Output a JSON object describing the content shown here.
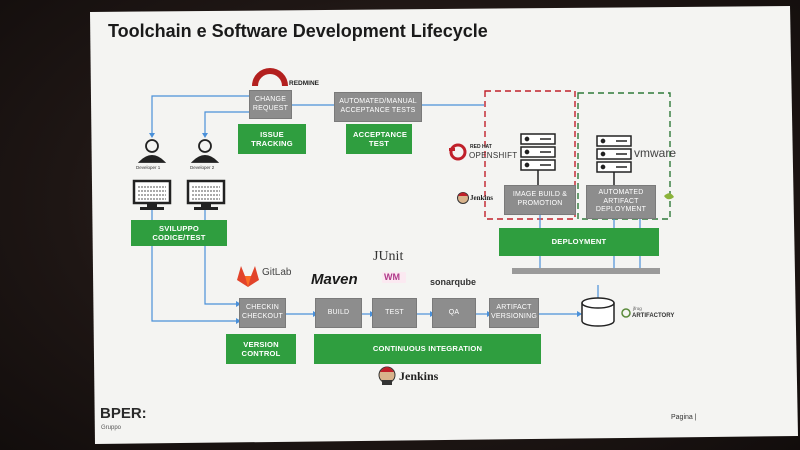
{
  "title": "Toolchain e Software Development Lifecycle",
  "tools": {
    "redmine": "REDMINE",
    "gitlab": "GitLab",
    "maven": "Maven",
    "junit": "JUnit",
    "wm": "WM",
    "sonarqube": "sonarqube",
    "jenkins_small": "Jenkins",
    "jenkins_main": "Jenkins",
    "openshift_top": "RED HAT",
    "openshift": "OPENSHIFT",
    "vmware": "vmware",
    "jfrog": "jfrog",
    "artifactory": "ARTIFACTORY"
  },
  "grey_boxes": {
    "change_request": "CHANGE REQUEST",
    "acceptance_tests": "AUTOMATED/MANUAL ACCEPTANCE TESTS",
    "image_build": "IMAGE BUILD & PROMOTION",
    "automated_deploy": "AUTOMATED ARTIFACT DEPLOYMENT",
    "checkin": "CHECKIN CHECKOUT",
    "build": "BUILD",
    "test": "TEST",
    "qa": "QA",
    "artifact_versioning": "ARTIFACT VERSIONING"
  },
  "green_boxes": {
    "issue_tracking": "ISSUE TRACKING",
    "acceptance_test": "ACCEPTANCE TEST",
    "sviluppo": "SVILUPPO CODICE/TEST",
    "deployment": "DEPLOYMENT",
    "version_control": "VERSION CONTROL",
    "continuous_integration": "CONTINUOUS INTEGRATION"
  },
  "developers": {
    "dev1": "Developer 1",
    "dev2": "Developer 2"
  },
  "footer": {
    "brand": "BPER:",
    "sub": "Gruppo",
    "page": "Pagina |"
  },
  "colors": {
    "green": "#2f9e3f",
    "grey_box": "#8d8d8d",
    "arrow": "#4a90d9",
    "red_dashed": "#c0202a",
    "green_dashed": "#2f7a3a"
  }
}
